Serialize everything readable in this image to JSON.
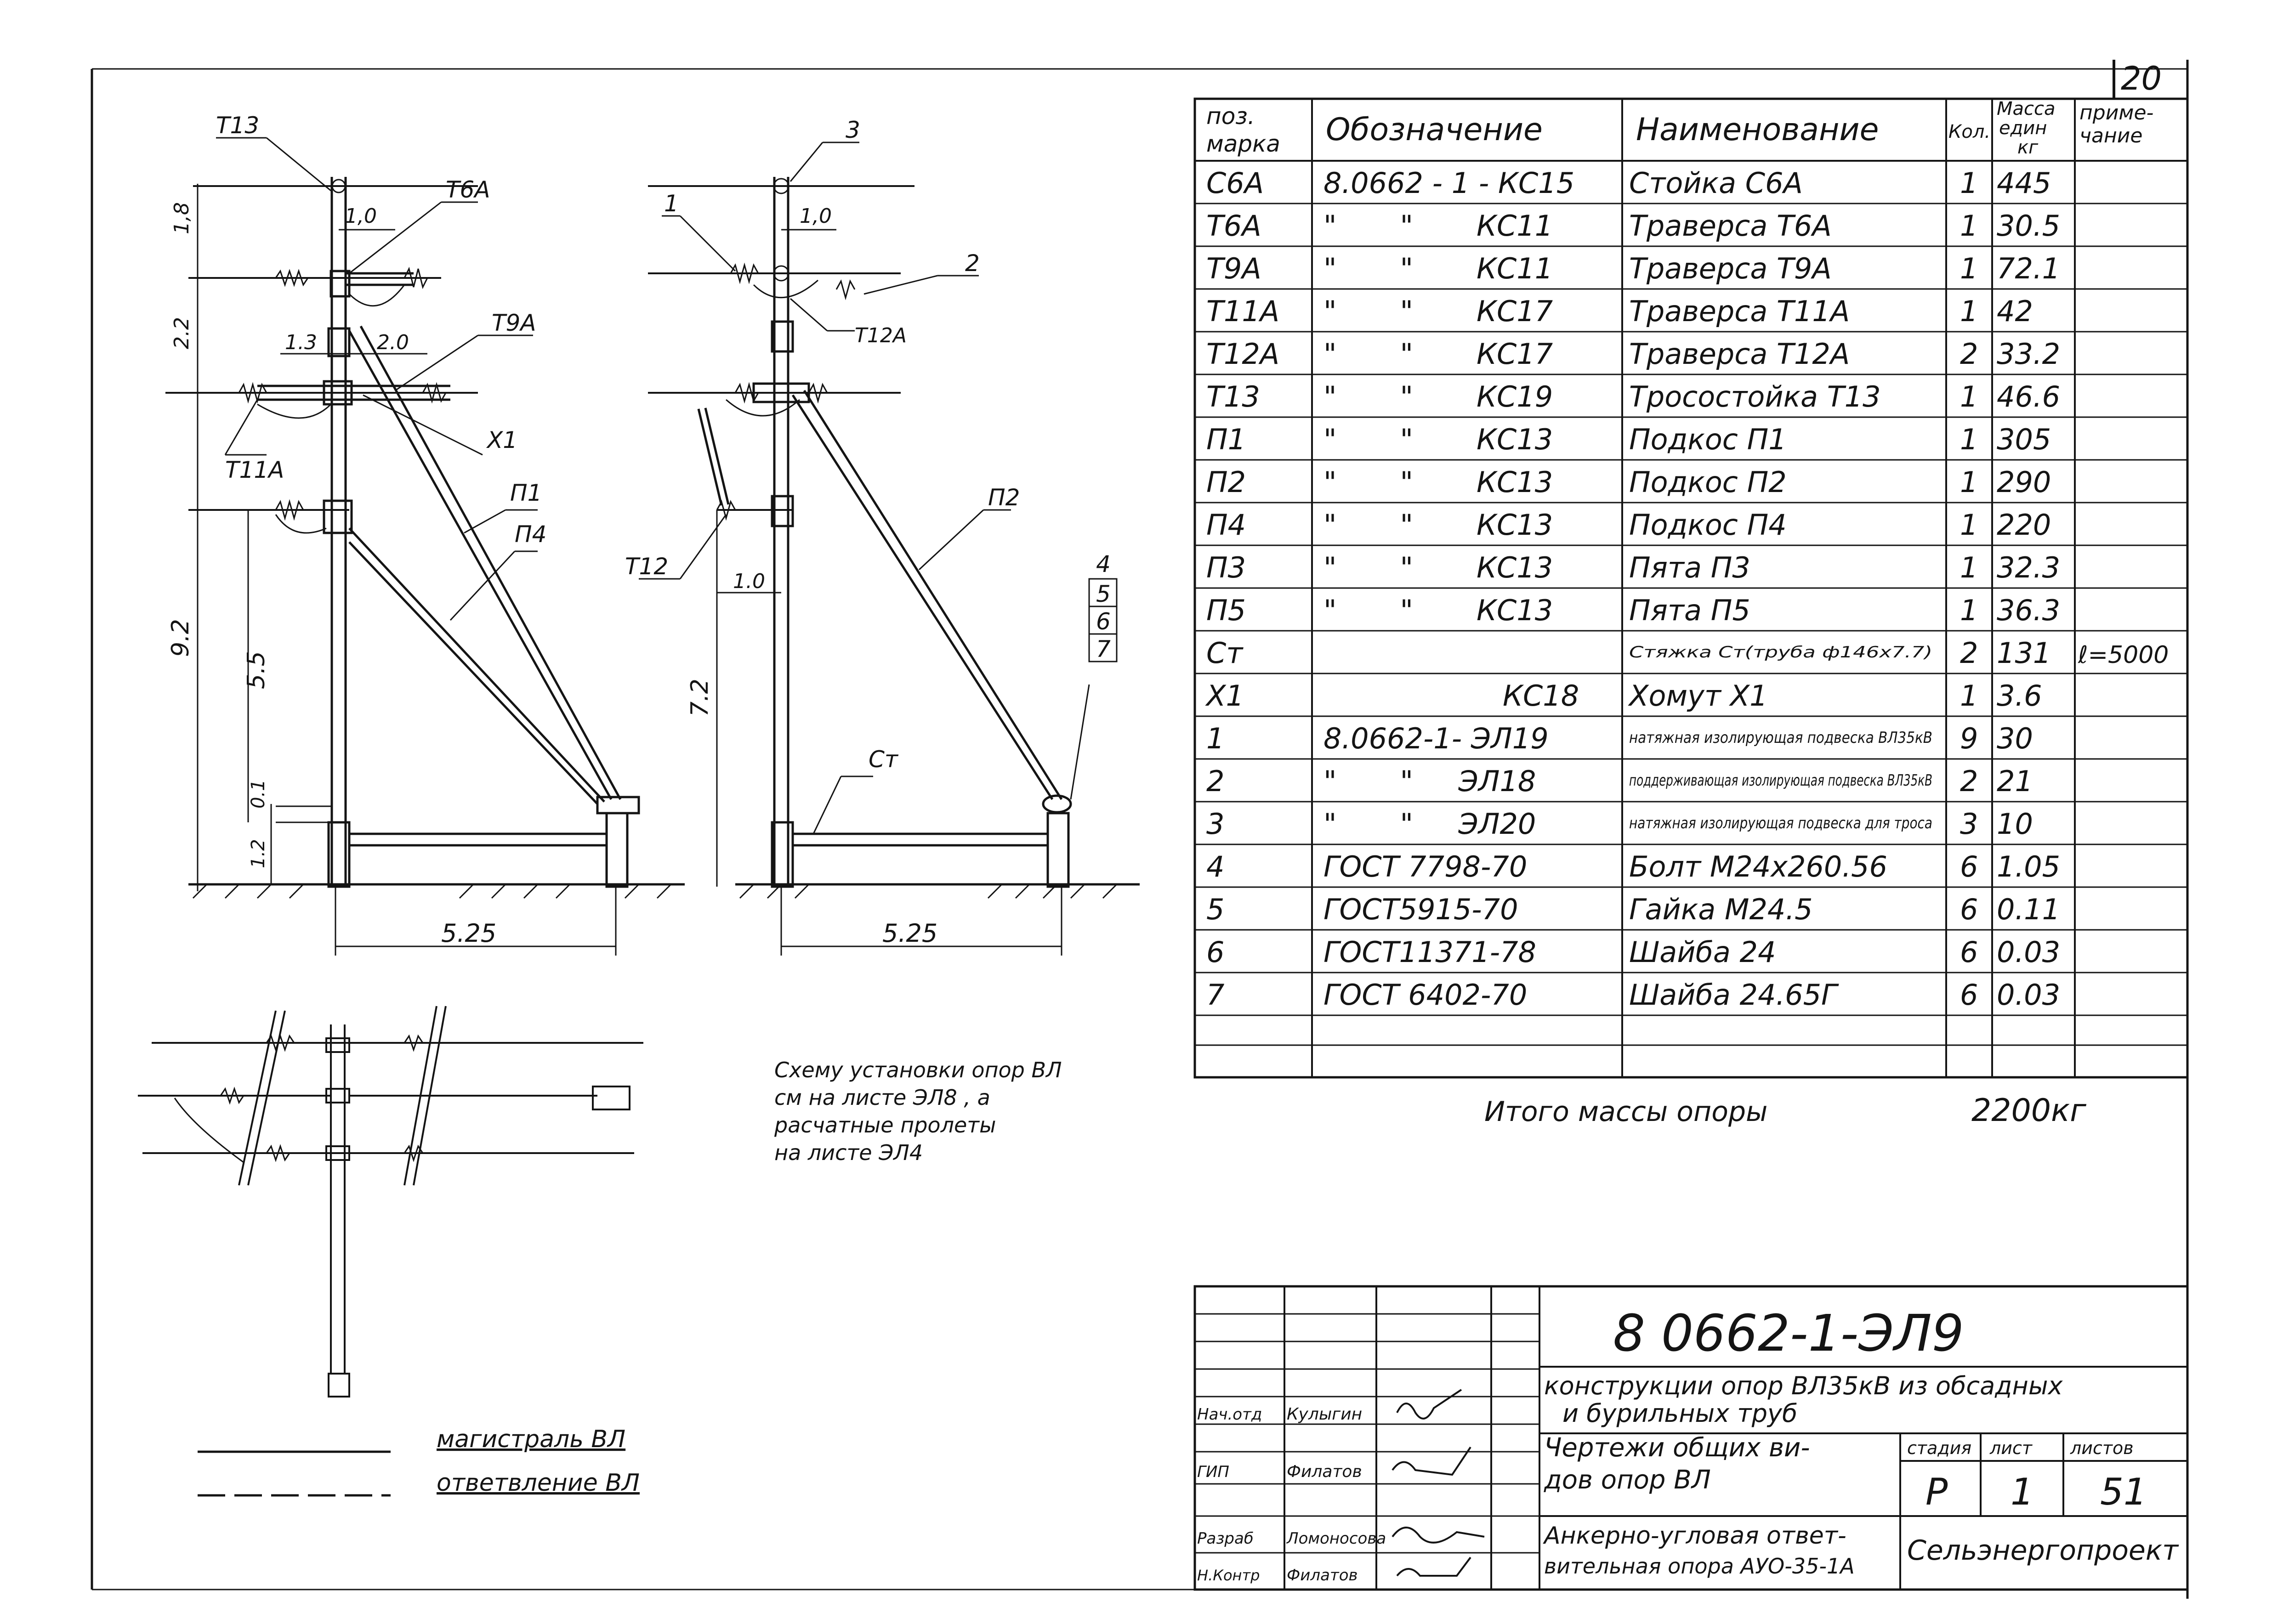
{
  "sheet_number": "20",
  "table": {
    "headers": {
      "pos": [
        "поз.",
        "марка"
      ],
      "designation": "Обозначение",
      "name": "Наименование",
      "qty": "Кол.",
      "mass": [
        "Масса",
        "един",
        "кг"
      ],
      "note": [
        "приме-",
        "чание"
      ]
    },
    "rows": [
      {
        "pos": "С6А",
        "des": "8.0662 - 1 - КС15",
        "name": "Стойка С6А",
        "qty": "1",
        "mass": "445",
        "note": ""
      },
      {
        "pos": "Т6А",
        "des": "\"       \"       КС11",
        "name": "Траверса Т6А",
        "qty": "1",
        "mass": "30.5",
        "note": ""
      },
      {
        "pos": "Т9А",
        "des": "\"       \"       КС11",
        "name": "Траверса Т9А",
        "qty": "1",
        "mass": "72.1",
        "note": ""
      },
      {
        "pos": "Т11А",
        "des": "\"       \"       КС17",
        "name": "Траверса Т11А",
        "qty": "1",
        "mass": "42",
        "note": ""
      },
      {
        "pos": "Т12А",
        "des": "\"       \"       КС17",
        "name": "Траверса Т12А",
        "qty": "2",
        "mass": "33.2",
        "note": ""
      },
      {
        "pos": "Т13",
        "des": "\"       \"       КС19",
        "name": "Тросостойка Т13",
        "qty": "1",
        "mass": "46.6",
        "note": ""
      },
      {
        "pos": "П1",
        "des": "\"       \"       КС13",
        "name": "Подкос П1",
        "qty": "1",
        "mass": "305",
        "note": ""
      },
      {
        "pos": "П2",
        "des": "\"       \"       КС13",
        "name": "Подкос П2",
        "qty": "1",
        "mass": "290",
        "note": ""
      },
      {
        "pos": "П4",
        "des": "\"       \"       КС13",
        "name": "Подкос П4",
        "qty": "1",
        "mass": "220",
        "note": ""
      },
      {
        "pos": "П3",
        "des": "\"       \"       КС13",
        "name": "Пята П3",
        "qty": "1",
        "mass": "32.3",
        "note": ""
      },
      {
        "pos": "П5",
        "des": "\"       \"       КС13",
        "name": "Пята П5",
        "qty": "1",
        "mass": "36.3",
        "note": ""
      },
      {
        "pos": "Ст",
        "des": "",
        "name": "Стяжка Ст(труба ф146х7.7)",
        "qty": "2",
        "mass": "131",
        "note": "ℓ=5000"
      },
      {
        "pos": "Х1",
        "des": "КС18",
        "name": "Хомут Х1",
        "qty": "1",
        "mass": "3.6",
        "note": ""
      },
      {
        "pos": "1",
        "des": "8.0662-1- ЭЛ19",
        "name": "натяжная изолирующая подвеска ВЛ35кВ",
        "qty": "9",
        "mass": "30",
        "note": ""
      },
      {
        "pos": "2",
        "des": "\"       \"     ЭЛ18",
        "name": "поддерживающая изолирующая подвеска ВЛ35кВ",
        "qty": "2",
        "mass": "21",
        "note": ""
      },
      {
        "pos": "3",
        "des": "\"       \"     ЭЛ20",
        "name": "натяжная изолирующая подвеска для троса",
        "qty": "3",
        "mass": "10",
        "note": ""
      },
      {
        "pos": "4",
        "des": "ГОСТ 7798-70",
        "name": "Болт М24х260.56",
        "qty": "6",
        "mass": "1.05",
        "note": ""
      },
      {
        "pos": "5",
        "des": "ГОСТ5915-70",
        "name": "Гайка М24.5",
        "qty": "6",
        "mass": "0.11",
        "note": ""
      },
      {
        "pos": "6",
        "des": "ГОСТ11371-78",
        "name": "Шайба 24",
        "qty": "6",
        "mass": "0.03",
        "note": ""
      },
      {
        "pos": "7",
        "des": "ГОСТ 6402-70",
        "name": "Шайба 24.65Г",
        "qty": "6",
        "mass": "0.03",
        "note": ""
      }
    ],
    "total_label": "Итого массы опоры",
    "total_value": "2200кг"
  },
  "drawing_labels": {
    "left_view": {
      "t13": "Т13",
      "t6a": "Т6А",
      "t9a": "Т9А",
      "t11a": "Т11А",
      "x1": "Х1",
      "p1": "П1",
      "p4": "П4",
      "dim_top": "1,0",
      "dim_13": "1.3",
      "dim_20": "2.0",
      "dim_18": "1,8",
      "dim_22": "2.2",
      "dim_92": "9.2",
      "dim_55": "5.5",
      "dim_01": "0.1",
      "dim_12": "1.2",
      "dim_base": "5.25"
    },
    "right_view": {
      "c1": "1",
      "c2": "2",
      "c3": "3",
      "c4": "4",
      "c5": "5",
      "c6": "6",
      "c7": "7",
      "t12a": "Т12А",
      "t12": "Т12",
      "p2": "П2",
      "st": "Ст",
      "dim_top": "1,0",
      "dim_10": "1.0",
      "dim_72": "7.2",
      "dim_base": "5.25"
    }
  },
  "note_text": [
    "Схему установки опор ВЛ",
    "см на листе ЭЛ8 , а",
    "расчатные пролеты",
    "на листе ЭЛ4"
  ],
  "legend": {
    "main": "магистраль ВЛ",
    "branch": "ответвление ВЛ"
  },
  "title_block": {
    "code": "8 0662-1-ЭЛ9",
    "project_title": [
      "конструкции опор ВЛ35кВ из обсадных",
      "и бурильных труб"
    ],
    "sheet_title": [
      "Чертежи общих ви-",
      "дов опор ВЛ"
    ],
    "drawing_title": [
      "Анкерно-угловая ответ-",
      "вительная опора АУО-35-1А"
    ],
    "stage_label": "стадия",
    "sheet_label": "лист",
    "sheets_label": "листов",
    "stage": "Р",
    "sheet": "1",
    "sheets": "51",
    "organization": "Сельэнергопроект",
    "signatures": [
      {
        "role": "Нач.отд",
        "name": "Кулыгин"
      },
      {
        "role": "ГИП",
        "name": "Филатов"
      },
      {
        "role": "Разраб",
        "name": "Ломоносова"
      },
      {
        "role": "Н.Контр",
        "name": "Филатов"
      }
    ]
  }
}
